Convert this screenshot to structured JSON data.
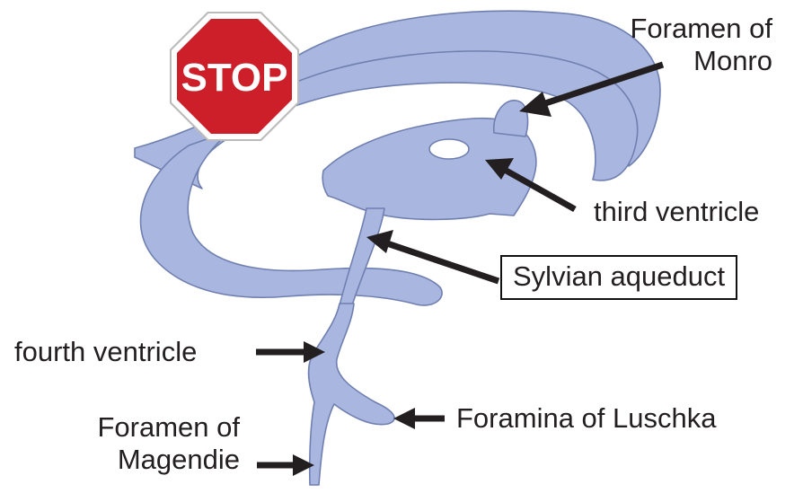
{
  "stop_sign": {
    "text": "STOP",
    "fill": "#cc1f2a",
    "border": "#ffffff",
    "outline": "#bbbbbb"
  },
  "ventricle_color": "#a9b7e0",
  "ventricle_outline": "#6f7fb0",
  "labels": {
    "foramen_monro": [
      "Foramen of",
      "Monro"
    ],
    "third_ventricle": "third ventricle",
    "sylvian_aqueduct": "Sylvian aqueduct",
    "fourth_ventricle": "fourth ventricle",
    "foramina_luschka": "Foramina of Luschka",
    "foramen_magendie": [
      "Foramen of",
      "Magendie"
    ]
  }
}
